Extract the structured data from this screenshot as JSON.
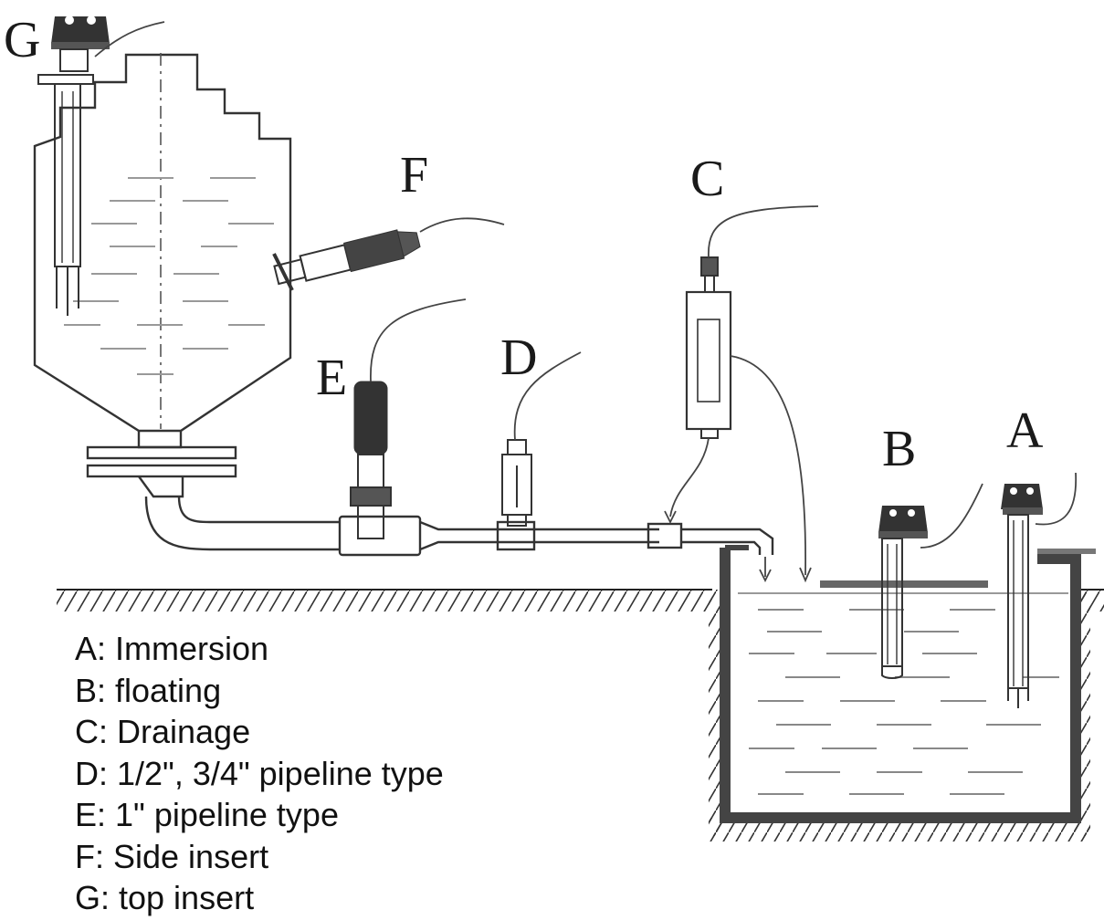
{
  "labels": {
    "a": "A",
    "b": "B",
    "c": "C",
    "d": "D",
    "e": "E",
    "f": "F",
    "g": "G"
  },
  "legend": [
    "A: Immersion",
    "B: floating",
    "C: Drainage",
    "D: 1/2\", 3/4\" pipeline type",
    "E: 1\" pipeline type",
    "F: Side insert",
    "G: top insert"
  ]
}
